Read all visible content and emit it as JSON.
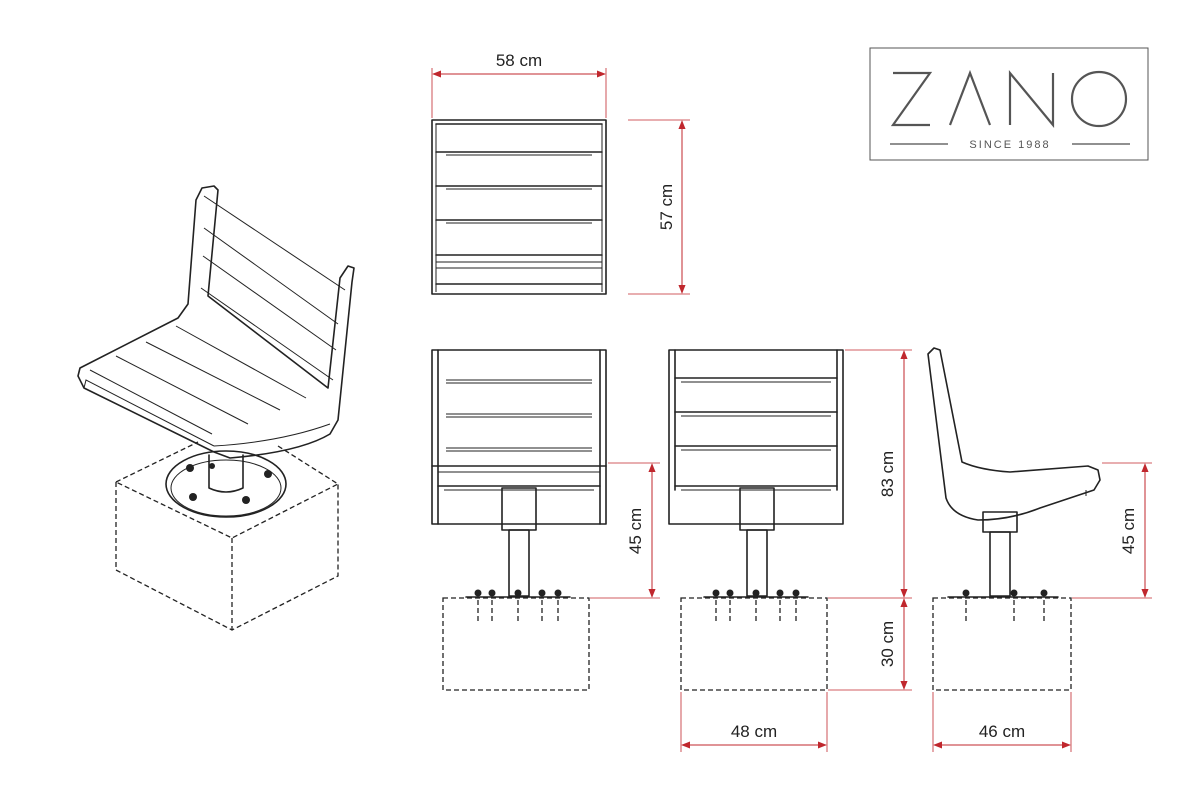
{
  "brand": {
    "name": "ZANO",
    "tagline": "SINCE 1988",
    "color": "#555555"
  },
  "dimension_color": "#c0272d",
  "line_color": "#222222",
  "dimensions": {
    "top_width": "58 cm",
    "top_depth": "57 cm",
    "seat_height_front": "45 cm",
    "total_height": "83 cm",
    "foundation_depth": "30 cm",
    "seat_height_side": "45 cm",
    "foundation_width_back": "48 cm",
    "foundation_width_side": "46 cm"
  }
}
